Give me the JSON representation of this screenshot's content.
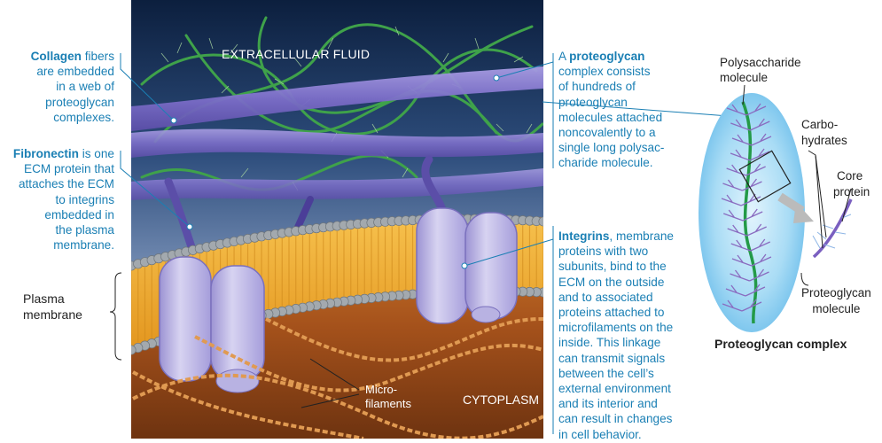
{
  "labels": {
    "extracellular_fluid": "EXTRACELLULAR FLUID",
    "cytoplasm": "CYTOPLASM",
    "micro_line1": "Micro-",
    "micro_line2": "filaments",
    "plasma_line1": "Plasma",
    "plasma_line2": "membrane"
  },
  "captions": {
    "collagen": {
      "bold": "Collagen",
      "rest": [
        " fibers",
        "are embedded",
        "in a web of",
        "proteoglycan",
        "complexes."
      ]
    },
    "fibronectin": {
      "bold": "Fibronectin",
      "rest": [
        " is one",
        "ECM protein that",
        "attaches the ECM",
        "to integrins",
        "embedded in",
        "the plasma",
        "membrane."
      ]
    },
    "proteoglycan": {
      "prefix": "A ",
      "bold": "proteoglycan",
      "rest": [
        "complex consists",
        "of hundreds of",
        "proteoglycan",
        "molecules attached",
        "noncovalently to a",
        "single long polysac-",
        "charide molecule."
      ]
    },
    "integrins": {
      "bold": "Integrins",
      "rest": [
        ", membrane",
        "proteins with two",
        "subunits, bind to the",
        "ECM on the outside",
        "and to associated",
        "proteins attached to",
        "microfilaments on the",
        "inside. This linkage",
        "can transmit signals",
        "between the cell’s",
        "external environment",
        "and its interior and",
        "can result in changes",
        "in cell behavior."
      ]
    }
  },
  "inset": {
    "polysaccharide_line1": "Polysaccharide",
    "polysaccharide_line2": "molecule",
    "carbo_line1": "Carbo-",
    "carbo_line2": "hydrates",
    "core_line1": "Core",
    "core_line2": "protein",
    "pg_line1": "Proteoglycan",
    "pg_line2": "molecule",
    "title": "Proteoglycan complex"
  },
  "colors": {
    "caption_cyan": "#1a7fb4",
    "collagen": "#8a7ed0",
    "integrin": "#c7c2e8",
    "lipid_head": "#9aa0a6",
    "lipid_tail": "#f1b23c",
    "microfilament": "#d0782e",
    "inset_bg": "#8fd0f2"
  }
}
